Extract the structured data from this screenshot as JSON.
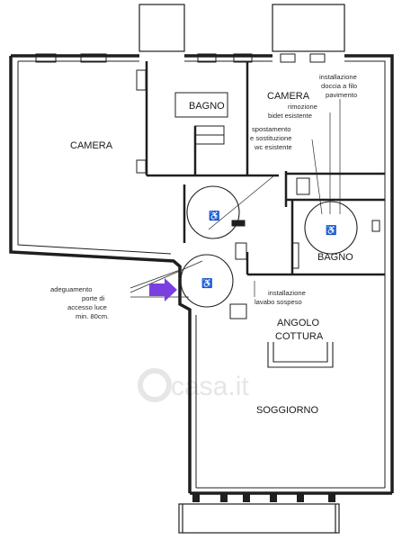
{
  "rooms": {
    "camera_left": "CAMERA",
    "bagno_top": "BAGNO",
    "camera_right": "CAMERA",
    "bagno_right": "BAGNO",
    "angolo": "ANGOLO",
    "cottura": "COTTURA",
    "soggiorno": "SOGGIORNO"
  },
  "notes": {
    "doccia": [
      "installazione",
      "doccia a filo",
      "pavimento"
    ],
    "bidet": [
      "rimozione",
      "bidet esistente"
    ],
    "wc": [
      "spostamento",
      "e sostituzione",
      "wc esistente"
    ],
    "lavabo": [
      "installazione",
      "lavabo sospeso"
    ],
    "porte": [
      "adeguamento",
      "porte di",
      "accesso luce",
      "min. 80cm."
    ]
  },
  "watermark": "casa.it",
  "colors": {
    "wall": "#1f1f1f",
    "arrow": "#7a3fe0",
    "watermark": "#e6e6e6"
  },
  "icons": [
    "wheelchair-turning-icon",
    "entrance-arrow-icon",
    "watermark-logo-icon"
  ]
}
